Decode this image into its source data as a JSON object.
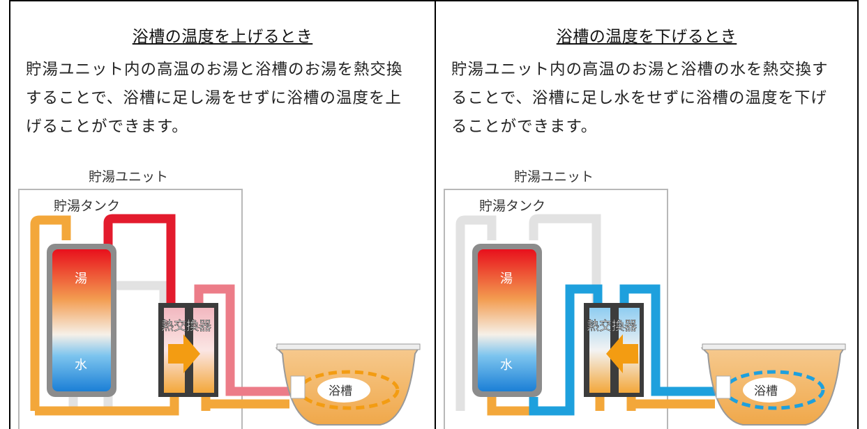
{
  "left": {
    "title": "浴槽の温度を上げるとき",
    "description": "貯湯ユニット内の高温のお湯と浴槽のお湯を熱交換することで、浴槽に足し湯をせずに浴槽の温度を上げることができます。",
    "labels": {
      "unit": "貯湯ユニット",
      "tank": "貯湯タンク",
      "hot": "湯",
      "cold": "水",
      "exchanger": "熱交換器",
      "bath": "浴槽"
    },
    "colors": {
      "loop": "#e55b6d",
      "bath_flow": "#f39c12"
    }
  },
  "right": {
    "title": "浴槽の温度を下げるとき",
    "description": "貯湯ユニット内の高温のお湯と浴槽の水を熱交換することで、浴槽に足し水をせずに浴槽の温度を下げることができます。",
    "labels": {
      "unit": "貯湯ユニット",
      "tank": "貯湯タンク",
      "hot": "湯",
      "cold": "水",
      "exchanger": "熱交換器",
      "bath": "浴槽"
    },
    "colors": {
      "loop": "#1ea0dd",
      "bath_flow": "#1ea0dd"
    }
  }
}
